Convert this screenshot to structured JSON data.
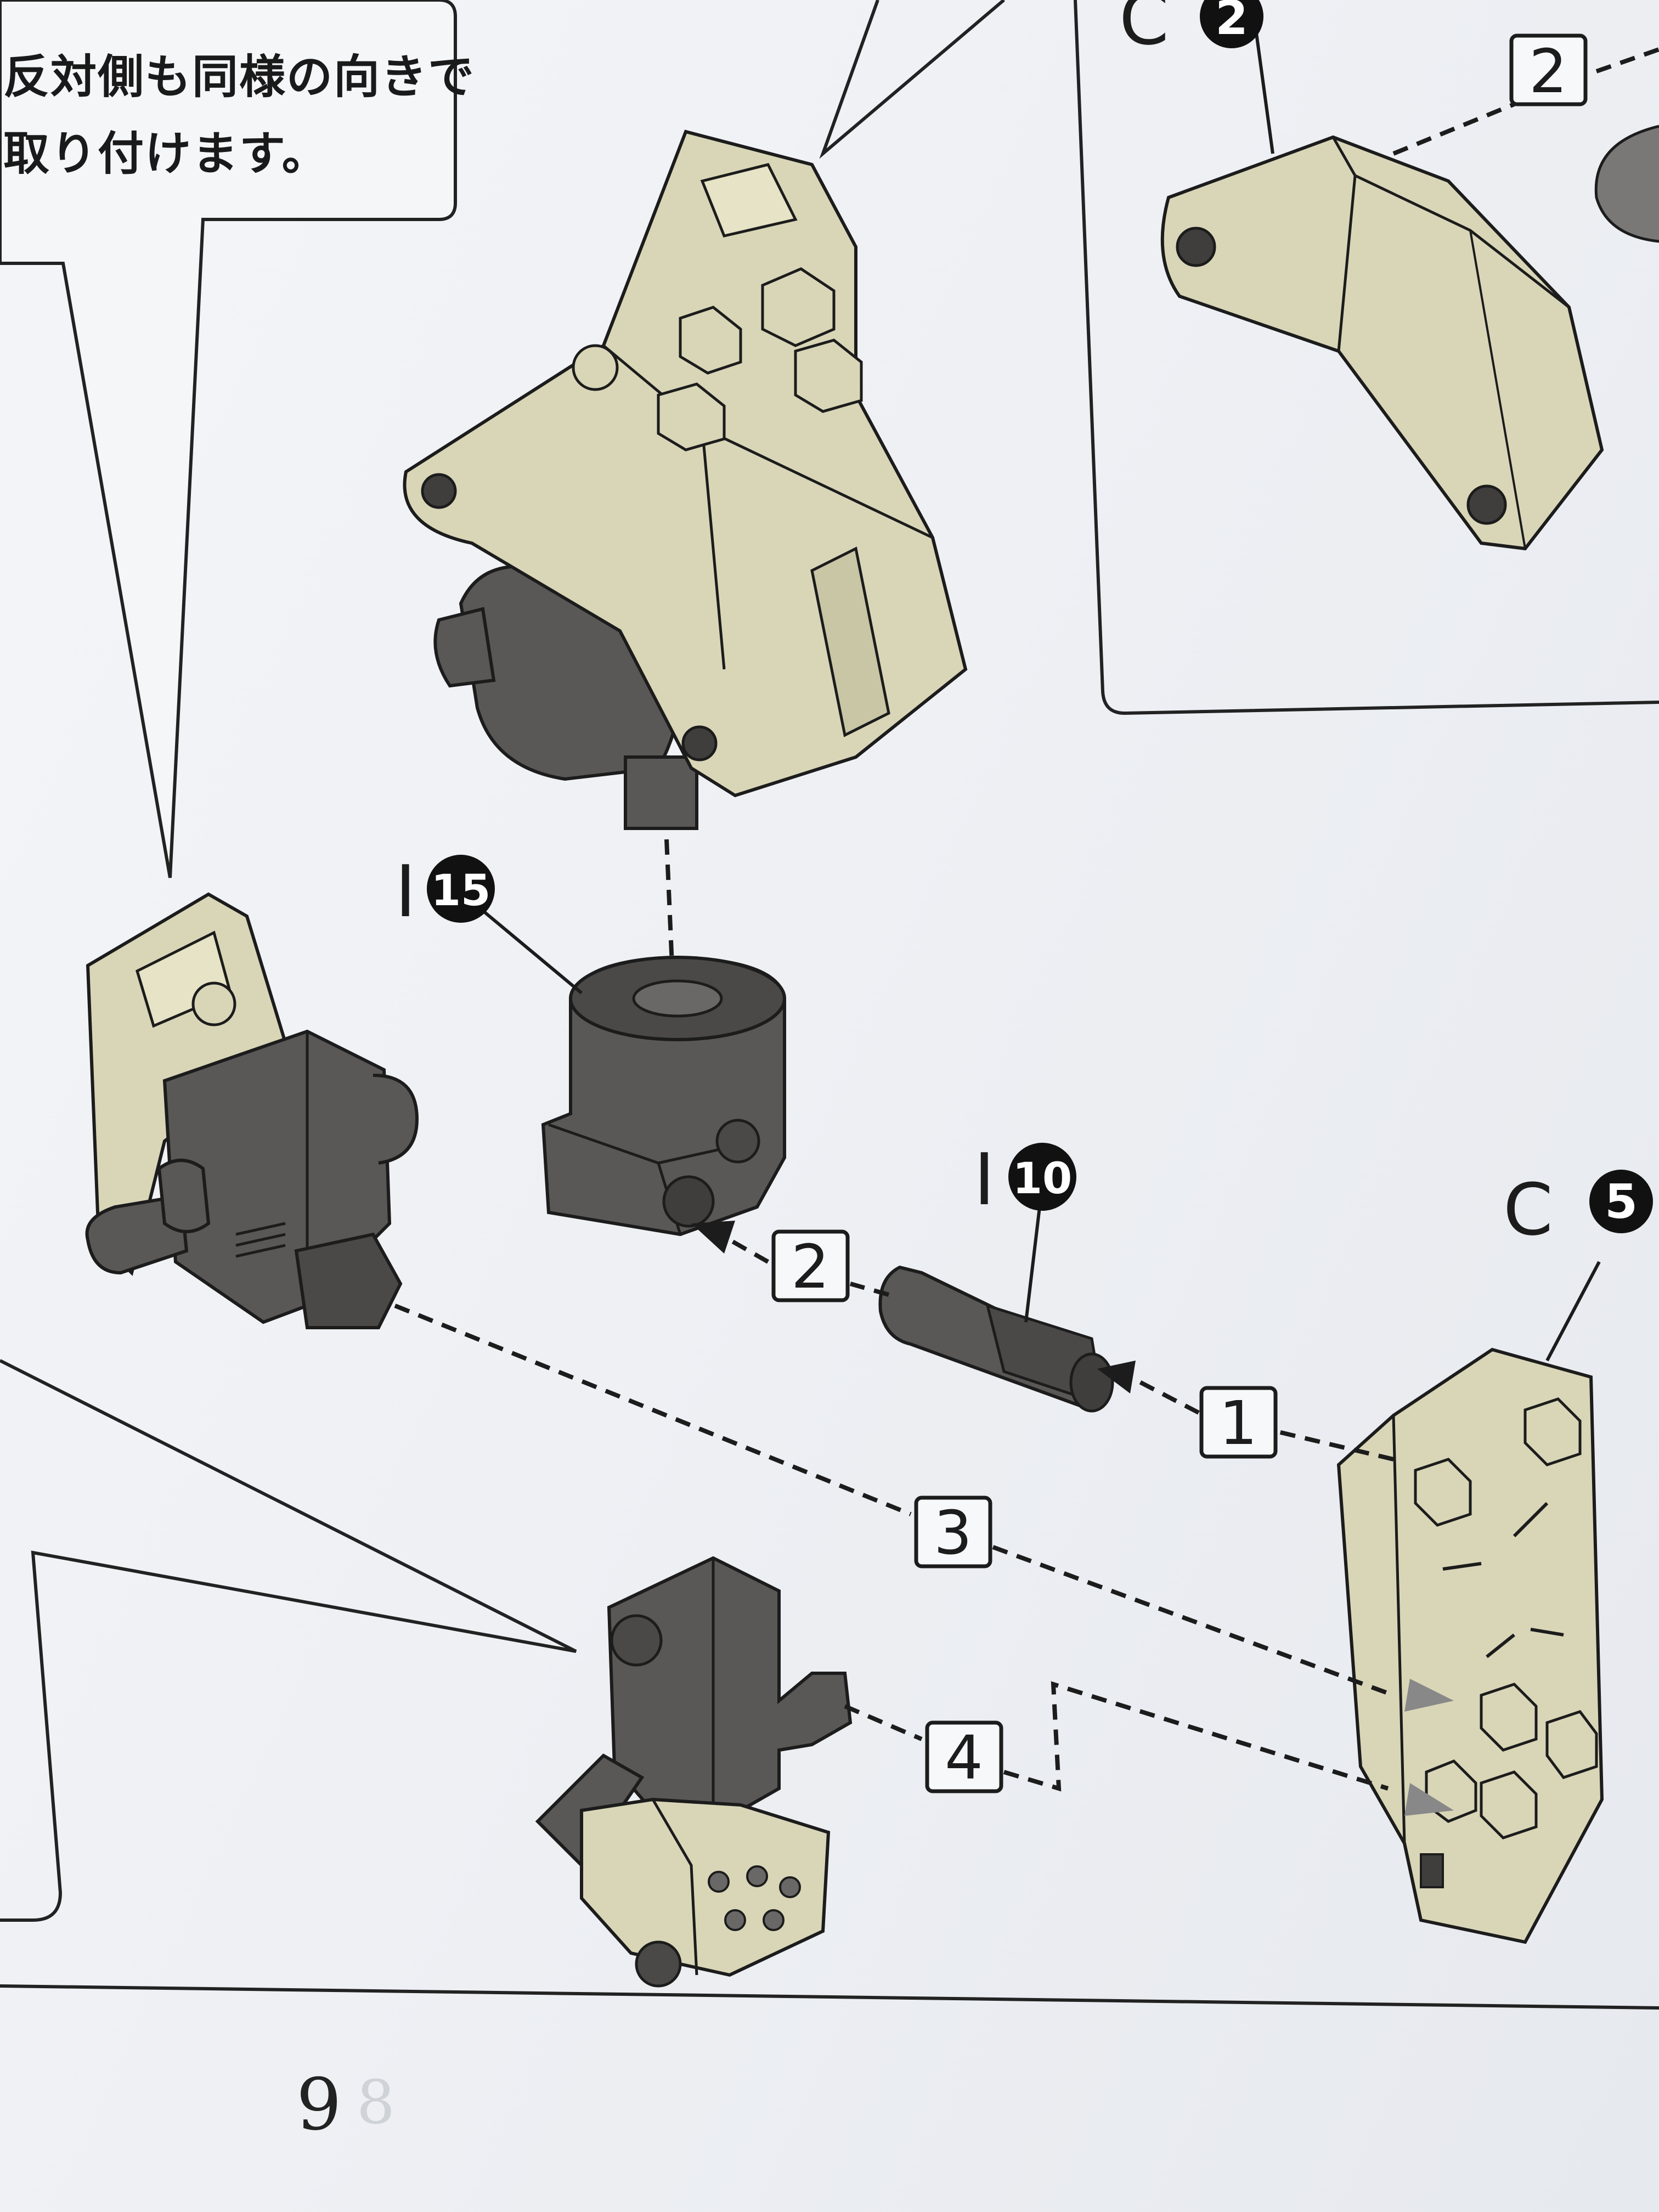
{
  "callout": {
    "line1": "反対側も同様の向きで",
    "line2": "取り付けます。"
  },
  "parts": {
    "c2": {
      "sprue": "C",
      "number": "2"
    },
    "i15": {
      "sprue": "I",
      "number": "15"
    },
    "i10": {
      "sprue": "I",
      "number": "10"
    },
    "c5": {
      "sprue": "C",
      "number": "5"
    }
  },
  "steps": {
    "inset_step": "2",
    "step1": "1",
    "step2": "2",
    "step3": "3",
    "step4": "4"
  },
  "page": {
    "number": "9",
    "bleed_number": "8"
  },
  "colors": {
    "tan": "#d9d6b8",
    "tan_shade": "#b9b694",
    "dark_grey": "#5a5856",
    "dark_grey_shade": "#3f3e3c",
    "outline": "#1c1c1c"
  }
}
